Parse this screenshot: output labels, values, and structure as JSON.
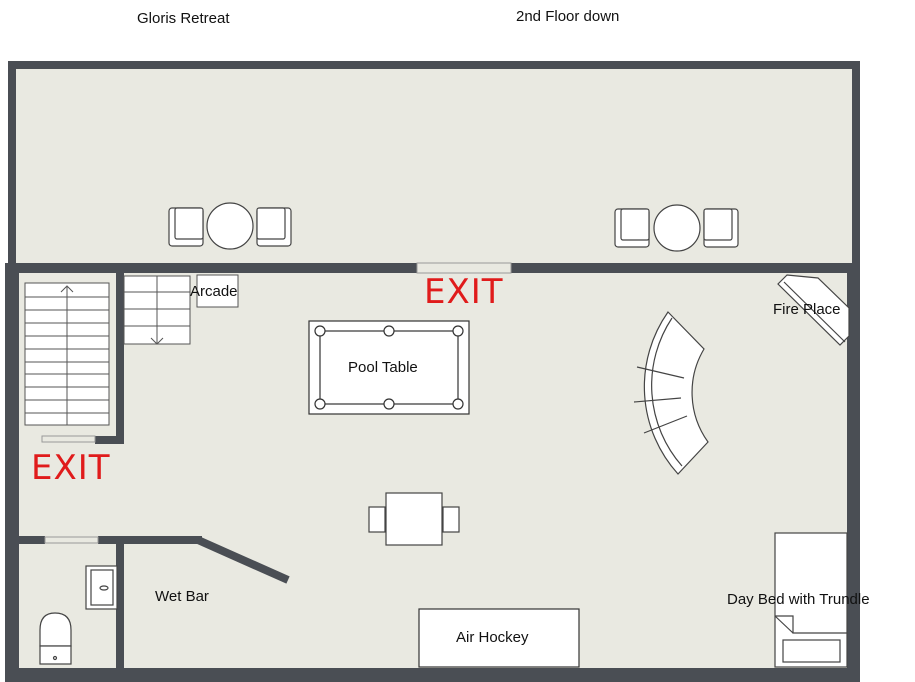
{
  "header": {
    "property_name": "Gloris Retreat",
    "floor_name": "2nd Floor down"
  },
  "rooms": {
    "arcade": "Arcade",
    "pool_table": "Pool Table",
    "fire_place": "Fire Place",
    "wet_bar": "Wet Bar",
    "air_hockey": "Air Hockey",
    "day_bed": "Day Bed with Trundle"
  },
  "exits": {
    "top_exit": "EXIT",
    "left_exit": "EXIT"
  },
  "colors": {
    "wall": "#4a4e54",
    "floor": "#e9e9e1",
    "exit": "#e01b1b"
  }
}
